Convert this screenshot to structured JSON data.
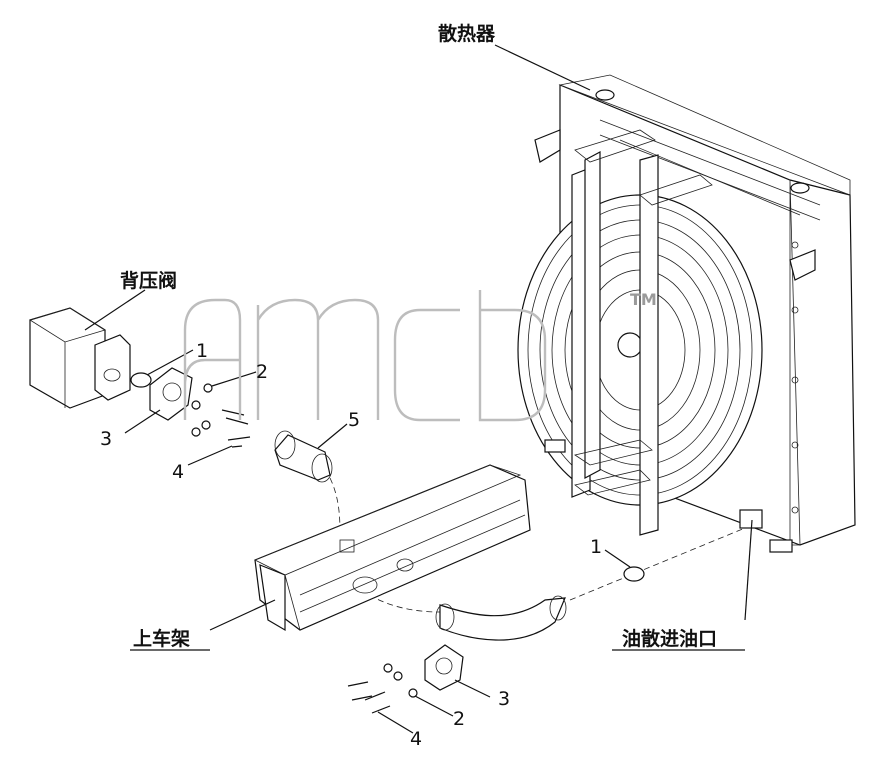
{
  "labels": {
    "radiator": "散热器",
    "back_pressure_valve": "背压阀",
    "upper_frame": "上车架",
    "oil_inlet": "油散进油口"
  },
  "callouts": {
    "top_1": "1",
    "top_2": "2",
    "top_3": "3",
    "top_4": "4",
    "top_5": "5",
    "bottom_1": "1",
    "bottom_2": "2",
    "bottom_3": "3",
    "bottom_4": "4"
  },
  "watermark": {
    "text": "amcb",
    "tm": "TM"
  }
}
